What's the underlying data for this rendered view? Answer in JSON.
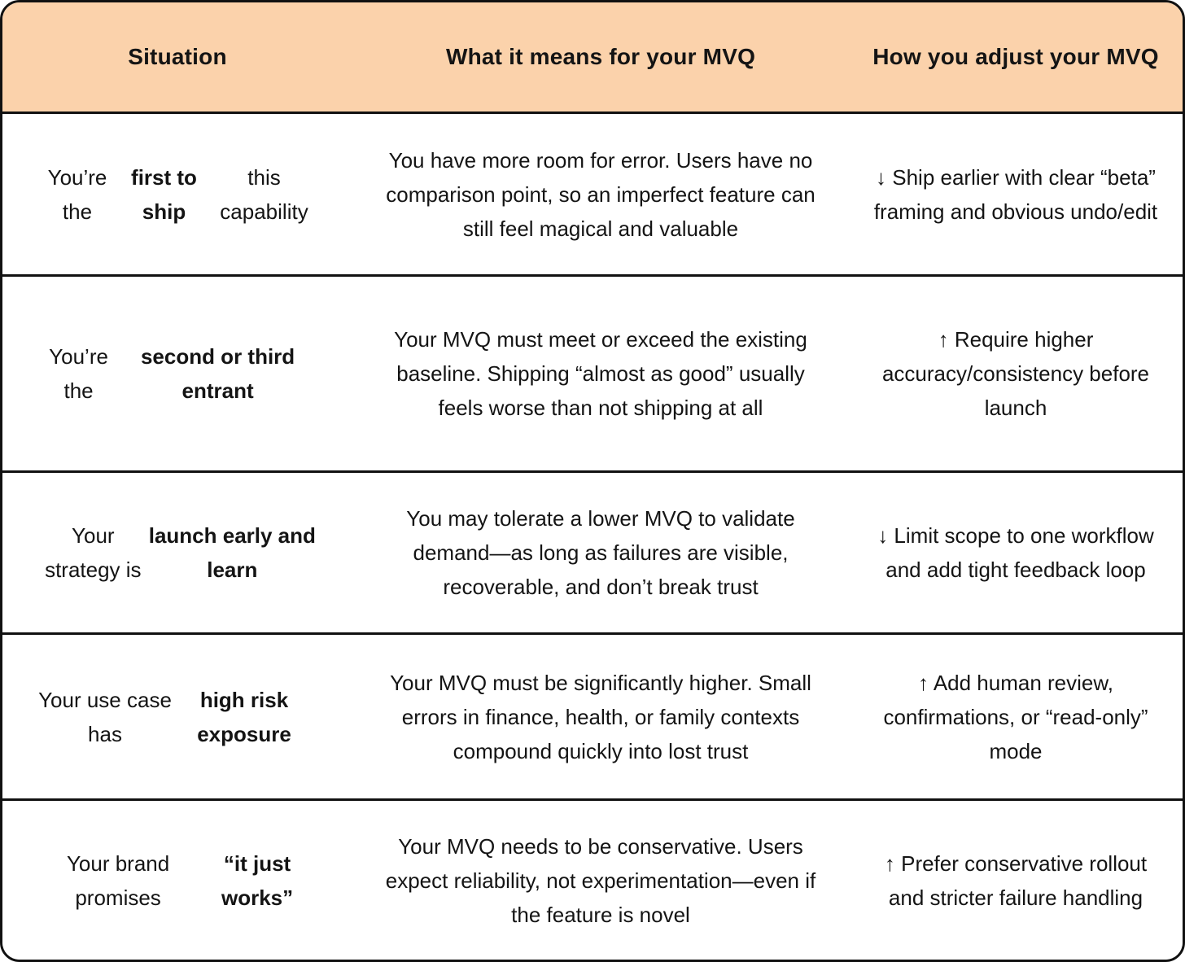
{
  "colors": {
    "header_bg": "#FBD2AB",
    "border": "#111111",
    "text": "#141414",
    "body_bg": "#ffffff"
  },
  "table": {
    "headers": [
      {
        "id": "situation",
        "label": "Situation"
      },
      {
        "id": "meaning",
        "label": "What it means for your MVQ"
      },
      {
        "id": "adjust",
        "label": "How you adjust your MVQ"
      }
    ],
    "rows": [
      {
        "situation": [
          {
            "text": "You’re the ",
            "bold": false
          },
          {
            "text": "first to ship",
            "bold": true
          },
          {
            "text": " this capability",
            "bold": false
          }
        ],
        "meaning": "You have more room for error. Users have no comparison point, so an imperfect feature can still feel magical and valuable",
        "adjust": "↓ Ship earlier with clear “beta” framing and obvious undo/edit"
      },
      {
        "situation": [
          {
            "text": "You’re the ",
            "bold": false
          },
          {
            "text": "second or third entrant",
            "bold": true
          }
        ],
        "meaning": "Your MVQ must meet or exceed the existing baseline. Shipping “almost as good” usually feels worse than not shipping at all",
        "adjust": "↑ Require higher accuracy/consistency before launch"
      },
      {
        "situation": [
          {
            "text": "Your strategy is ",
            "bold": false
          },
          {
            "text": "launch early and learn",
            "bold": true
          }
        ],
        "meaning": "You may tolerate a lower MVQ to validate demand—as long as failures are visible, recoverable, and don’t break trust",
        "adjust": "↓ Limit scope to one workflow and add tight feedback loop"
      },
      {
        "situation": [
          {
            "text": "Your use case has ",
            "bold": false
          },
          {
            "text": "high risk exposure",
            "bold": true
          }
        ],
        "meaning": "Your MVQ must be significantly higher. Small errors in finance, health, or family contexts compound quickly into lost trust",
        "adjust": "↑ Add human review, confirmations, or “read-only” mode"
      },
      {
        "situation": [
          {
            "text": "Your brand promises ",
            "bold": false
          },
          {
            "text": "“it just works”",
            "bold": true
          }
        ],
        "meaning": "Your MVQ needs to be conservative. Users expect reliability, not experimentation—even if the feature is novel",
        "adjust": "↑ Prefer conservative rollout and stricter failure handling"
      }
    ]
  },
  "chart_data": {
    "type": "table",
    "columns": [
      "Situation",
      "What it means for your MVQ",
      "How you adjust your MVQ"
    ],
    "rows": [
      [
        "You’re the first to ship this capability",
        "You have more room for error. Users have no comparison point, so an imperfect feature can still feel magical and valuable",
        "↓ Ship earlier with clear “beta” framing and obvious undo/edit"
      ],
      [
        "You’re the second or third entrant",
        "Your MVQ must meet or exceed the existing baseline. Shipping “almost as good” usually feels worse than not shipping at all",
        "↑ Require higher accuracy/consistency before launch"
      ],
      [
        "Your strategy is launch early and learn",
        "You may tolerate a lower MVQ to validate demand—as long as failures are visible, recoverable, and don’t break trust",
        "↓ Limit scope to one workflow and add tight feedback loop"
      ],
      [
        "Your use case has high risk exposure",
        "Your MVQ must be significantly higher. Small errors in finance, health, or family contexts compound quickly into lost trust",
        "↑ Add human review, confirmations, or “read-only” mode"
      ],
      [
        "Your brand promises “it just works”",
        "Your MVQ needs to be conservative. Users expect reliability, not experimentation—even if the feature is novel",
        "↑ Prefer conservative rollout and stricter failure handling"
      ]
    ],
    "layout": {
      "header_background": "#FBD2AB",
      "row_dividers": true,
      "column_dividers": false
    }
  }
}
